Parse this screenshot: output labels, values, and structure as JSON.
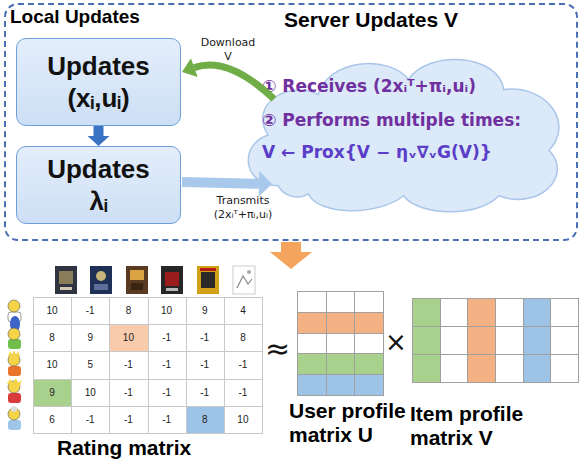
{
  "diagram": {
    "nodes": [
      {
        "text": [
          "Local Updates",
          "Server Updates V"
        ]
      },
      {
        "text": [
          "Updates (xᵢ,uᵢ)"
        ],
        "in": 0
      },
      {
        "text": [
          "Updates λᵢ"
        ],
        "in": 0
      },
      {
        "text": [
          "① Receives (2xᵢᵀ+πᵢ,uᵢ)",
          "② Performs multiple times:",
          "V ← Prox{V − ηᵥ∇ᵥG(V)}"
        ],
        "in": 0
      },
      {
        "text": [
          "Rating matrix"
        ]
      },
      {
        "text": [
          "User profile matrix U"
        ]
      },
      {
        "text": [
          "Item profile matrix V"
        ]
      }
    ],
    "edges": [
      {
        "from": 1,
        "to": 2,
        "arrow": "to"
      },
      {
        "from": 3,
        "to": 1,
        "label": "Download V",
        "arrow": "to"
      },
      {
        "from": 2,
        "to": 3,
        "label": "Transmits (2xᵢᵀ+πᵢ,uᵢ)",
        "arrow": "to"
      }
    ],
    "labels": [
      "10",
      "-1",
      "8",
      "10",
      "9",
      "4",
      "8",
      "9",
      "10",
      "-1",
      "-1",
      "8",
      "10",
      "5",
      "-1",
      "-1",
      "-1",
      "-1",
      "9",
      "10",
      "-1",
      "-1",
      "-1",
      "-1",
      "6",
      "-1",
      "-1",
      "-1",
      "8",
      "10",
      "≈",
      "×"
    ]
  }
}
